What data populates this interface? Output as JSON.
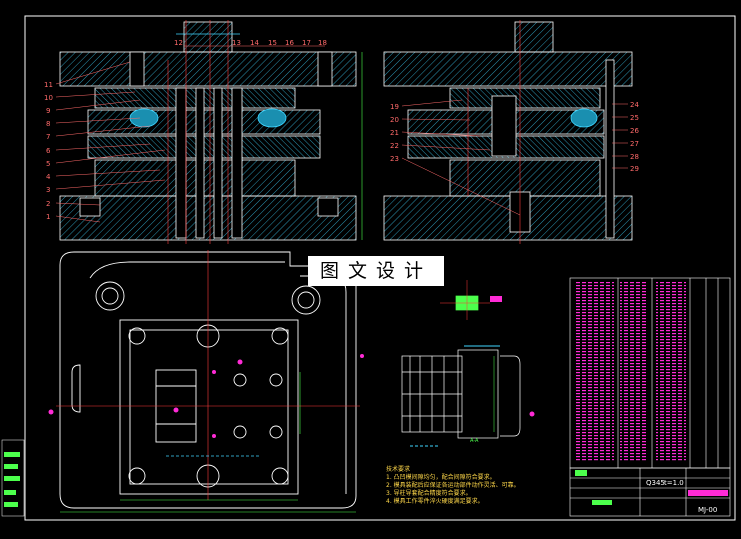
{
  "watermark": "图文设计",
  "part_numbers_left": [
    "11",
    "10",
    "9",
    "8",
    "7",
    "6",
    "5",
    "4",
    "3",
    "2",
    "1"
  ],
  "part_numbers_top": [
    "12",
    "13",
    "14",
    "15",
    "16",
    "17",
    "18"
  ],
  "part_numbers_right_left": [
    "19",
    "20",
    "21",
    "22",
    "23"
  ],
  "part_numbers_right_right": [
    "24",
    "25",
    "26",
    "27",
    "28",
    "29"
  ],
  "section_label": "A-A",
  "notes_title": "技术要求",
  "notes": [
    "1. 凸凹模间隙均匀，配合间隙符合要求。",
    "2. 模具装配后应保证各运动部件动作灵活、可靠。",
    "3. 导柱导套配合精度符合要求。",
    "4. 模具工作零件淬火硬度满足要求。"
  ],
  "title_block": {
    "material": "Q345",
    "thickness": "t=1.0",
    "drawing_no": "MJ-00"
  },
  "colors": {
    "outline": "#ffffff",
    "hatch": "#3fd6ff",
    "center": "#ff3b3b",
    "dimension": "#4cff4c",
    "highlight": "#ff2bd6",
    "note": "#ffd84a"
  }
}
